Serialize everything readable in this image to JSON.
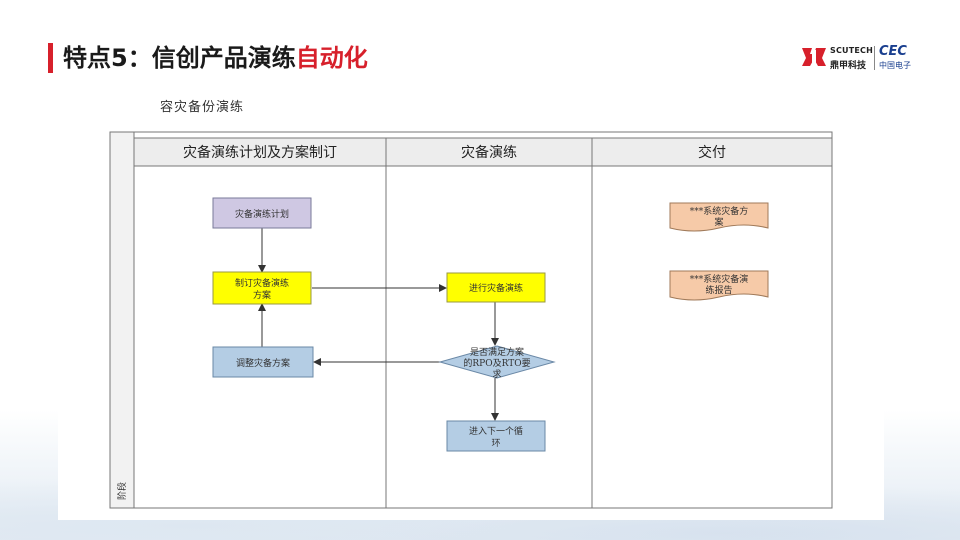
{
  "slide": {
    "title_main": "特点5：信创产品演练",
    "title_highlight": "自动化",
    "accent_color": "#d7202b"
  },
  "logo": {
    "scutech": "SCUTECH",
    "scutech_cn": "鼎甲科技",
    "cec": "CEC",
    "cec_cn": "中国电子"
  },
  "diagram": {
    "caption": "容灾备份演练",
    "pool_label": "阶段",
    "lanes": [
      "灾备演练计划及方案制订",
      "灾备演练",
      "交付"
    ],
    "nodes": {
      "plan": "灾备演练计划",
      "formulate": [
        "制订灾备演练",
        "方案"
      ],
      "adjust": "调整灾备方案",
      "execute": "进行灾备演练",
      "decision": [
        "是否满足方案",
        "的RPO及RTO要",
        "求"
      ],
      "next": [
        "进入下一个循",
        "环"
      ],
      "doc1": [
        "***系统灾备方",
        "案"
      ],
      "doc2": [
        "***系统灾备演",
        "练报告"
      ]
    },
    "colors": {
      "purple_node": "#cfc8e3",
      "yellow_node": "#ffff00",
      "blue_node": "#b4cde4",
      "doc_node": "#f6caa8",
      "lane_header": "#ededed"
    }
  }
}
